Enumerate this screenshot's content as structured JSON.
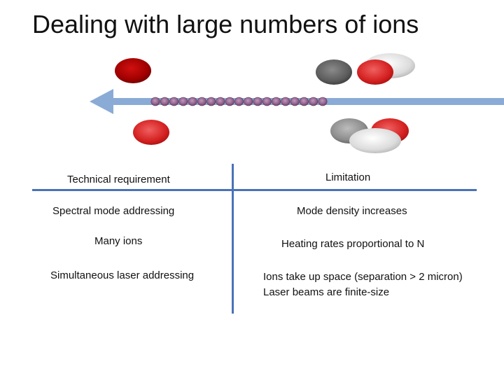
{
  "slide": {
    "title": "Dealing with large numbers of ions"
  },
  "table": {
    "header_left": "Technical requirement",
    "header_right": "Limitation",
    "rows": [
      {
        "requirement": "Spectral mode addressing",
        "limitation": "Mode density increases"
      },
      {
        "requirement": "Many ions",
        "limitation": "Heating rates proportional to N"
      },
      {
        "requirement": "Simultaneous laser addressing",
        "limitation": "Ions take up space (separation > 2 micron)",
        "limitation_line2": "Laser beams are finite-size"
      }
    ]
  },
  "colors": {
    "accent_blue": "#4a72b8",
    "arrow_blue": "#8aabd6",
    "ion_red": "#d42020",
    "ion_dark_red": "#a00000",
    "ion_grey": "#8c8c8c",
    "ion_light_grey": "#d8d8d8",
    "chain_purple": "#8a5a86"
  }
}
